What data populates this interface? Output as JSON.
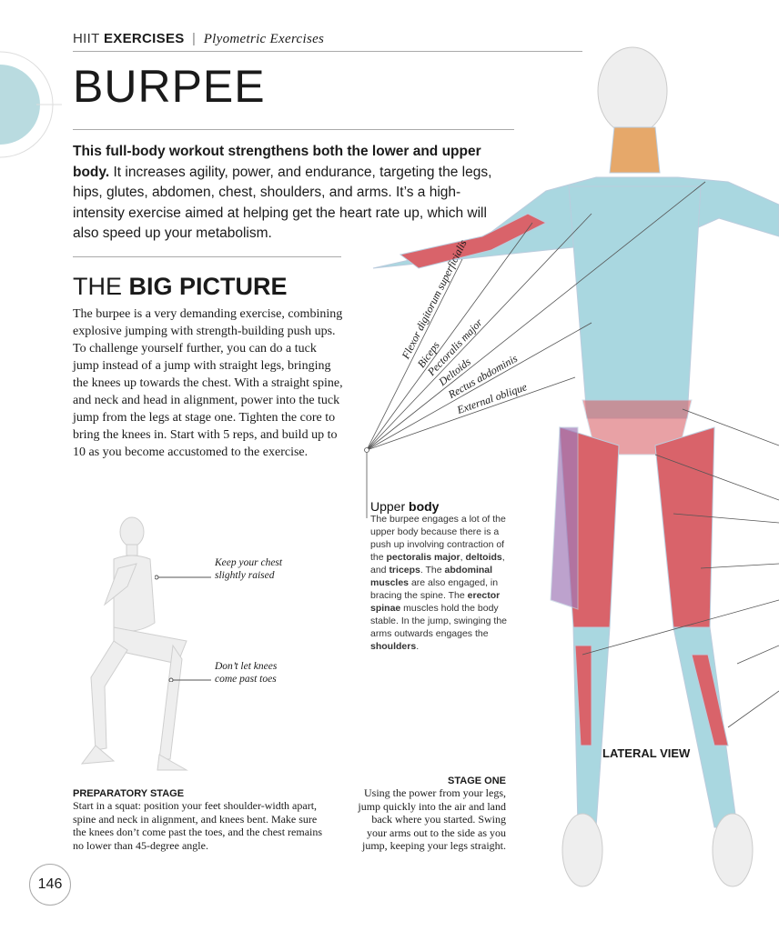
{
  "breadcrumb": {
    "section_light": "HIIT",
    "section_bold": "EXERCISES",
    "separator": "|",
    "subsection": "Plyometric Exercises"
  },
  "title": "BURPEE",
  "intro": {
    "bold": "This full-body workout strengthens both the lower and upper body.",
    "text": " It increases agility, power, and endurance, targeting the legs, hips, glutes, abdomen, chest, shoulders, and arms. It’s a high-intensity exercise aimed at helping get the heart rate up, which will also speed up your metabolism."
  },
  "big_picture": {
    "light": "THE",
    "bold": "BIG PICTURE",
    "text": "The burpee is a very demanding exercise, combining explosive jumping with strength-building push ups. To challenge yourself further, you can do a tuck jump instead of a jump with straight legs, bringing the knees up towards the chest. With a straight spine, and neck and head in alignment, power into the tuck jump from the legs at stage one. Tighten the core to bring the knees in. Start with 5 reps, and build up to 10 as you become accustomed to the exercise."
  },
  "prep_notes": [
    "Keep your chest slightly raised",
    "Don’t let knees come past toes"
  ],
  "preparatory": {
    "heading": "PREPARATORY STAGE",
    "text": "Start in a squat: position your feet shoulder-width apart, spine and neck in alignment, and knees bent. Make sure the knees don’t come past the toes, and the chest remains no lower than 45-degree angle."
  },
  "stage_one": {
    "heading": "STAGE ONE",
    "text": "Using the power from your legs, jump quickly into the air and land back where you started. Swing your arms out to the side as you jump, keeping your legs straight."
  },
  "upper_body": {
    "light": "Upper",
    "bold": "body",
    "t1": "The burpee engages a lot of the upper body because there is a push up involving contraction of the ",
    "b1": "pectoralis major",
    "t2": ", ",
    "b2": "deltoids",
    "t3": ", and ",
    "b3": "triceps",
    "t4": ". The ",
    "b4": "abdominal muscles",
    "t5": " are also engaged, in bracing the spine. The ",
    "b5": "erector spinae",
    "t6": " muscles hold the body stable. In the jump, swinging the arms outwards engages the ",
    "b6": "shoulders",
    "t7": "."
  },
  "muscle_labels": [
    "Flexor digitorum superficialis",
    "Biceps",
    "Pectoralis major",
    "Deltoids",
    "Rectus abdominis",
    "External oblique"
  ],
  "view_label": "LATERAL VIEW",
  "page_number": "146",
  "colors": {
    "accent": "#b9dbe0",
    "muscle_blue": "#a9d7e0",
    "muscle_red": "#d9636a",
    "muscle_purple": "#a27bb8"
  }
}
